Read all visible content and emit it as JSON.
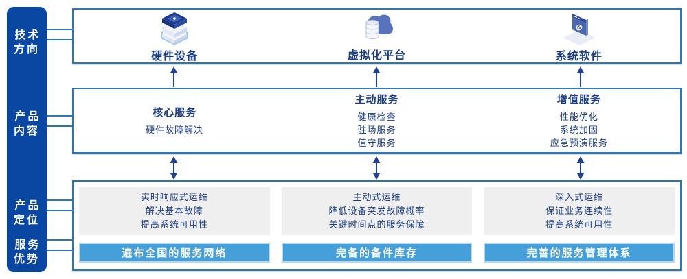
{
  "colors": {
    "sidebar_bg": "#0a47a3",
    "box_border": "#2e75b6",
    "text_navy": "#1c3d80",
    "arrow_navy": "#22418f",
    "banner_bg": "#459fd8",
    "banner_border": "#b5d8f0",
    "gray_bg": "#efefef"
  },
  "sidebar": {
    "labels": [
      {
        "line1": "技术",
        "line2": "方向"
      },
      {
        "line1": "产品",
        "line2": "内容"
      },
      {
        "line1": "产品",
        "line2": "定位"
      },
      {
        "line1": "服务",
        "line2": "优势"
      }
    ]
  },
  "tech_row": {
    "items": [
      {
        "label": "硬件设备",
        "icon": "server-stack-icon"
      },
      {
        "label": "虚拟化平台",
        "icon": "cloud-database-icon"
      },
      {
        "label": "系统软件",
        "icon": "software-window-icon"
      }
    ]
  },
  "services_row": {
    "columns": [
      {
        "title": "核心服务",
        "items": [
          "硬件故障解决"
        ]
      },
      {
        "title": "主动服务",
        "items": [
          "健康检查",
          "驻场服务",
          "值守服务"
        ]
      },
      {
        "title": "增值服务",
        "items": [
          "性能优化",
          "系统加固",
          "应急预演服务"
        ]
      }
    ]
  },
  "positioning_row": {
    "columns": [
      {
        "lines": [
          "实时响应式运维",
          "解决基本故障",
          "提高系统可用性"
        ],
        "banner": "遍布全国的服务网络"
      },
      {
        "lines": [
          "主动式运维",
          "降低设备突发故障概率",
          "关键时间点的服务保障"
        ],
        "banner": "完备的备件库存"
      },
      {
        "lines": [
          "深入式运维",
          "保证业务连续性",
          "提高系统可用性"
        ],
        "banner": "完善的服务管理体系"
      }
    ]
  }
}
